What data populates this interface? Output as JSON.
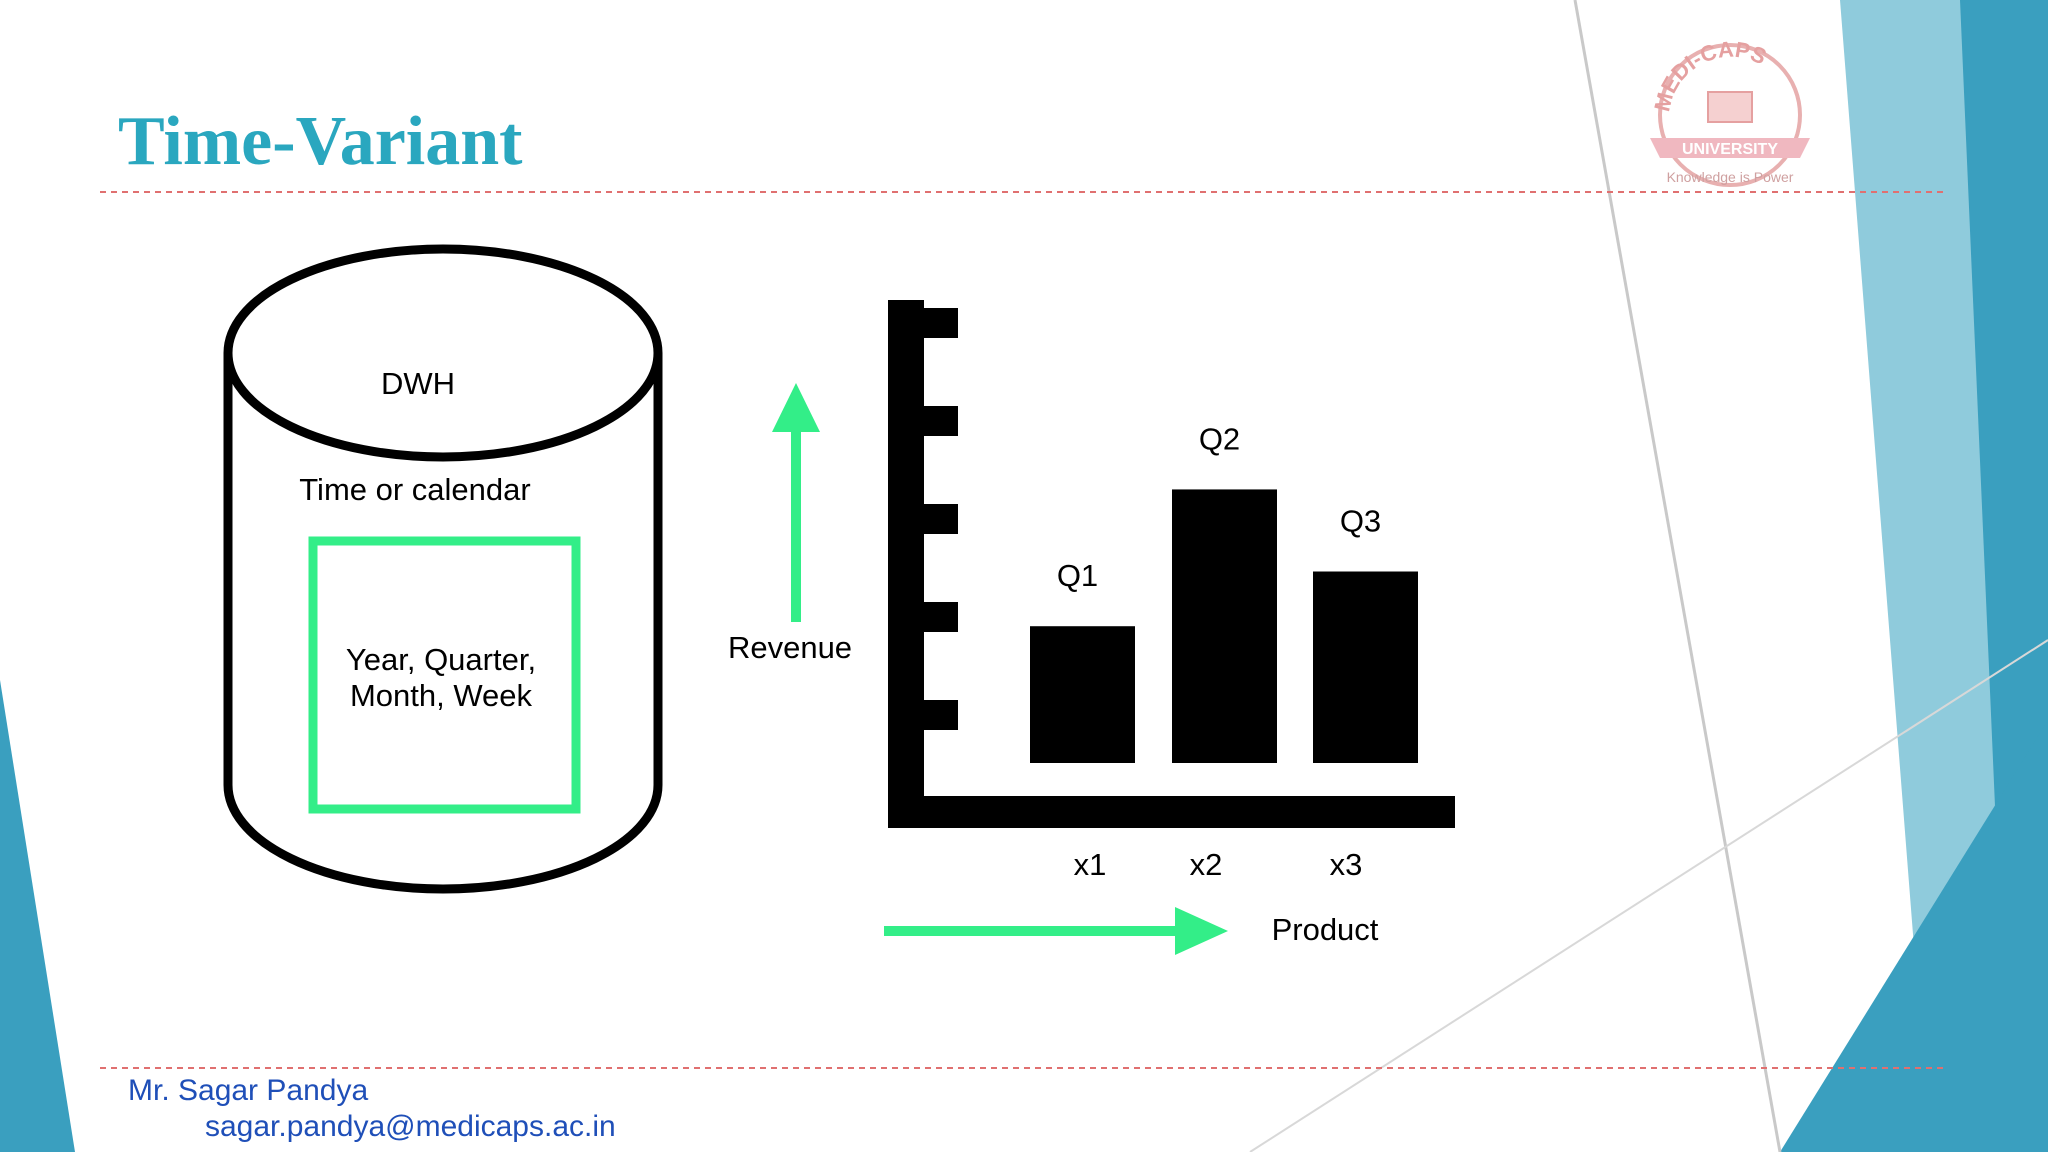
{
  "slide": {
    "title": "Time-Variant",
    "footer": {
      "name": "Mr. Sagar Pandya",
      "email": "sagar.pandya@medicaps.ac.in"
    },
    "logo": {
      "arc_text": "MEDI-CAPS",
      "ribbon_text": "UNIVERSITY",
      "tagline": "Knowledge is Power"
    }
  },
  "diagram": {
    "cylinder": {
      "top_label": "DWH",
      "inner_label": "Time or calendar",
      "box_line1": "Year, Quarter,",
      "box_line2": "Month, Week"
    },
    "y_arrow_label": "Revenue",
    "x_arrow_label": "Product"
  },
  "colors": {
    "title": "#2aa7bf",
    "footer": "#1f4fb8",
    "accent_green": "#33ee88",
    "teal": "#3a9fbf",
    "light_teal": "#8fcbdc",
    "divider": "#e07070"
  },
  "chart_data": {
    "type": "bar",
    "categories": [
      "x1",
      "x2",
      "x3"
    ],
    "series": [
      {
        "name": "",
        "values": [
          2.5,
          5.0,
          3.5
        ]
      }
    ],
    "bar_labels": [
      "Q1",
      "Q2",
      "Q3"
    ],
    "ylim": [
      0,
      7
    ],
    "xlabel": "Product",
    "ylabel": "Revenue",
    "grid": false
  }
}
